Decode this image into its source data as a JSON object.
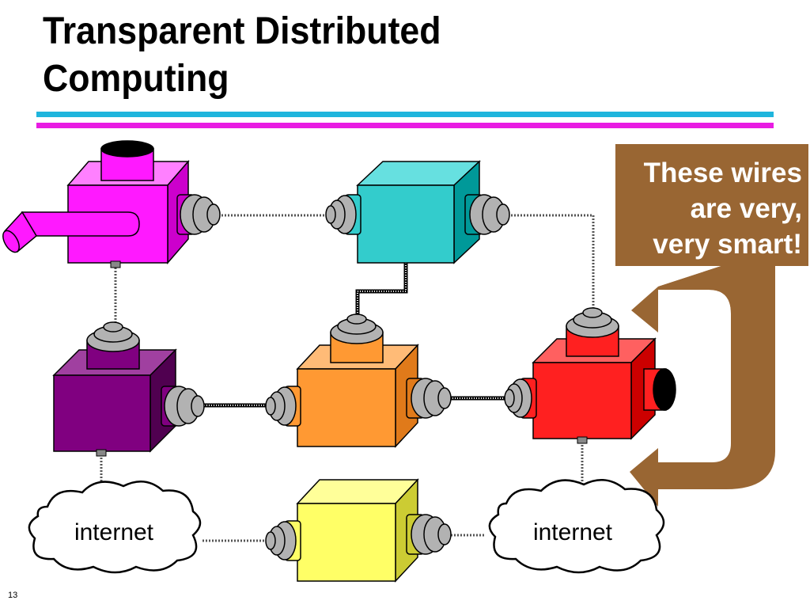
{
  "slide": {
    "title_line1": "Transparent Distributed",
    "title_line2": "Computing",
    "page_number": "13"
  },
  "callout": {
    "line1": "These wires",
    "line2": "are very,",
    "line3": "very smart!"
  },
  "clouds": {
    "left_label": "internet",
    "right_label": "internet"
  },
  "colors": {
    "title_rule": "#1fb5dd",
    "title_rule_2": "#e81ce2",
    "callout_fill": "#996633",
    "magenta": "#ff19ff",
    "teal": "#33cccc",
    "purple": "#800080",
    "orange": "#ff9933",
    "red": "#ff2020",
    "yellow": "#ffff66",
    "connector": "#b2b2b2"
  }
}
